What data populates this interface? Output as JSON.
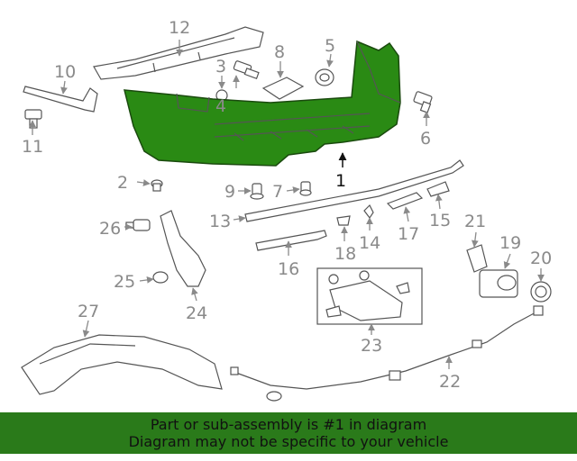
{
  "highlight_color": "#2a8a14",
  "banner_color": "#2a7a1a",
  "callouts": {
    "c1": "1",
    "c2": "2",
    "c3": "3",
    "c4": "4",
    "c5": "5",
    "c6": "6",
    "c7": "7",
    "c8": "8",
    "c9": "9",
    "c10": "10",
    "c11": "11",
    "c12": "12",
    "c13": "13",
    "c14": "14",
    "c15": "15",
    "c16": "16",
    "c17": "17",
    "c18": "18",
    "c19": "19",
    "c20": "20",
    "c21": "21",
    "c22": "22",
    "c23": "23",
    "c24": "24",
    "c25": "25",
    "c26": "26",
    "c27": "27"
  },
  "banner": {
    "line1": "Part or sub-assembly is #1 in diagram",
    "line2": "Diagram may not be specific to your vehicle"
  }
}
